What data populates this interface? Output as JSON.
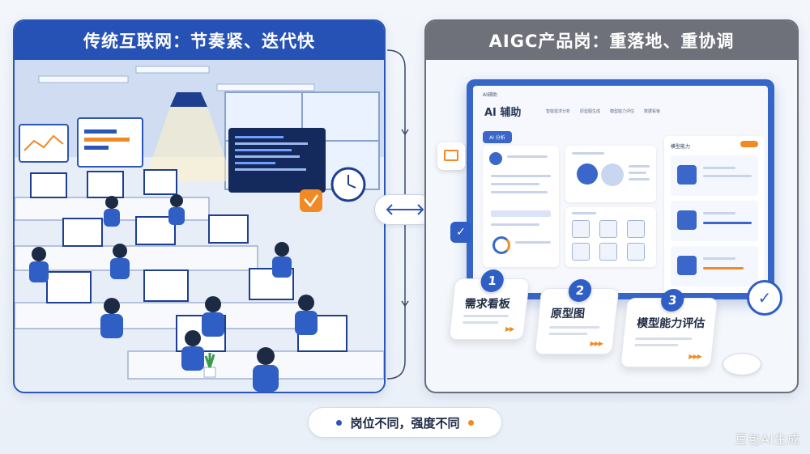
{
  "left_panel": {
    "title": "传统互联网：节奏紧、迭代快"
  },
  "right_panel": {
    "title": "AIGC产品岗：重落地、重协调",
    "screen": {
      "tab": "AI辅助",
      "app_title": "AI 辅助",
      "nav": [
        "智能需求分析",
        "原型图生成",
        "模型能力评估",
        "数据看板"
      ],
      "button": "AI 分析",
      "section_title": "模型能力"
    },
    "steps": [
      {
        "number": "1",
        "label": "需求看板"
      },
      {
        "number": "2",
        "label": "原型图"
      },
      {
        "number": "3",
        "label": "模型能力评估"
      }
    ]
  },
  "bottom_caption": "岗位不同，强度不同",
  "watermark": "豆包AI生成",
  "colors": {
    "primary": "#2752b5",
    "secondary": "#6e7179",
    "accent": "#f08a24"
  }
}
